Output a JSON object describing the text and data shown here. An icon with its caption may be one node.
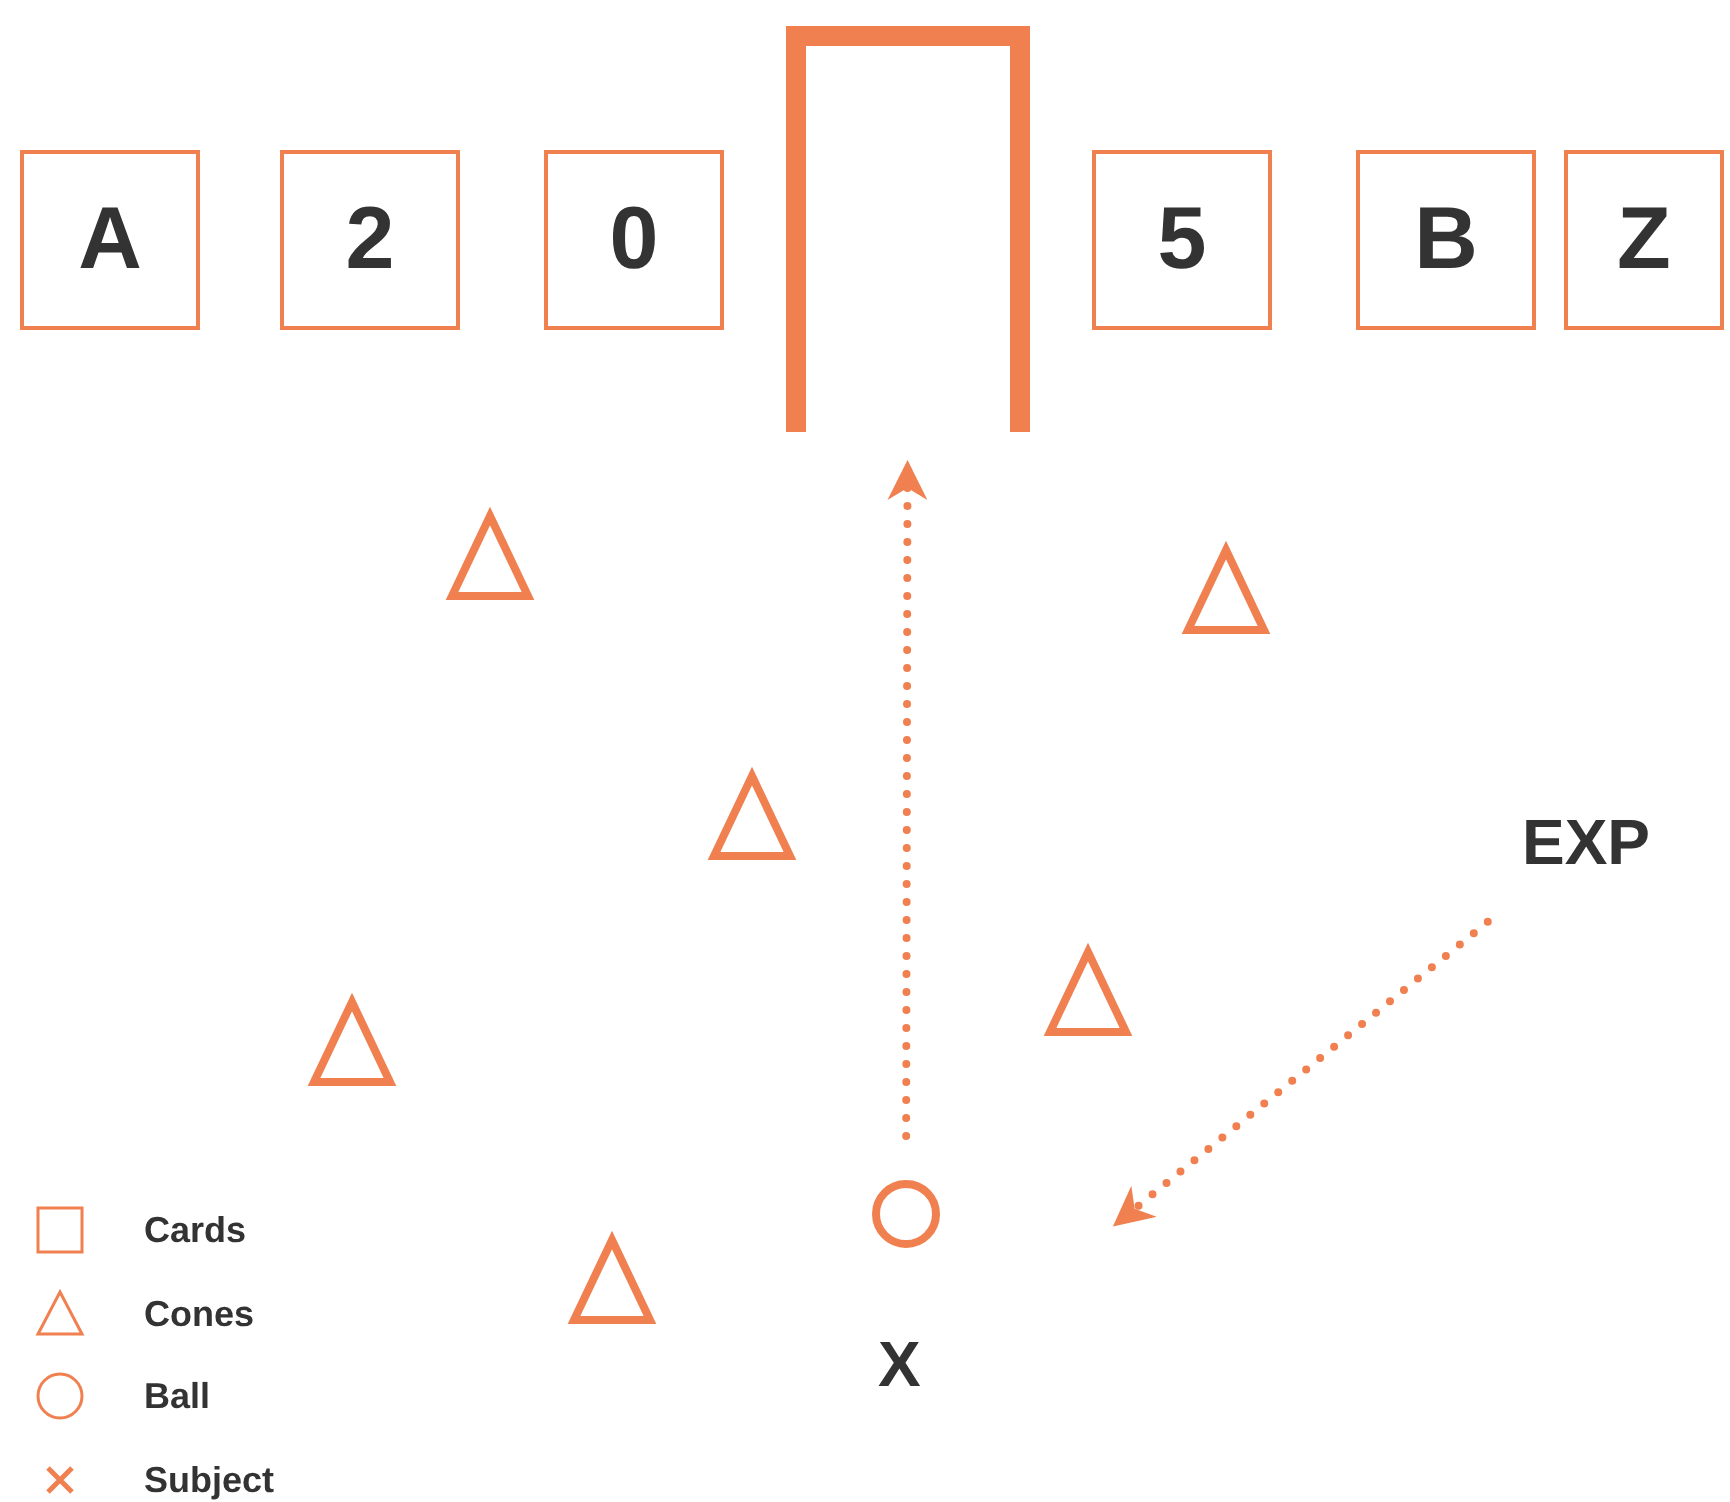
{
  "diagram": {
    "nodes": [
      {
        "text": [
          "A"
        ]
      },
      {
        "text": [
          "2"
        ]
      },
      {
        "text": [
          "0"
        ]
      },
      {
        "text": [],
        "shape": "goal"
      },
      {
        "text": [
          "5"
        ]
      },
      {
        "text": [
          "B"
        ]
      },
      {
        "text": [
          "Z"
        ]
      },
      {
        "text": [],
        "shape": "triangle"
      },
      {
        "text": [],
        "shape": "triangle"
      },
      {
        "text": [],
        "shape": "triangle"
      },
      {
        "text": [
          "EXP"
        ]
      },
      {
        "text": [],
        "shape": "triangle"
      },
      {
        "text": [],
        "shape": "triangle"
      },
      {
        "text": [],
        "shape": "circle"
      },
      {
        "text": [],
        "shape": "triangle"
      }
    ],
    "edges": [
      {
        "from": 13,
        "to": 3,
        "arrow": "to",
        "style": "dashed"
      },
      {
        "from": 10,
        "to": null,
        "arrow": "to",
        "style": "dashed"
      }
    ],
    "labels": [
      "X"
    ],
    "legend": [
      {
        "text": "Cards"
      },
      {
        "text": "Cones"
      },
      {
        "text": "Ball"
      },
      {
        "text": "Subject"
      }
    ]
  }
}
